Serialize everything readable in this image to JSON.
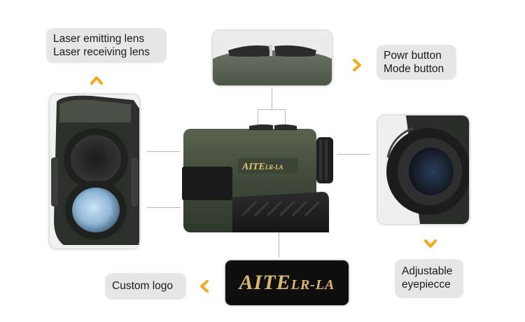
{
  "labels": {
    "lens_line1": "Laser emitting lens",
    "lens_line2": "Laser receiving lens",
    "buttons_line1": "Powr button",
    "buttons_line2": "Mode button",
    "eyepiece_line1": "Adjustable",
    "eyepiece_line2": "eyepiecce",
    "logo_label": "Custom logo"
  },
  "product_logo": {
    "brand": "AITE",
    "model": "LR-LA"
  },
  "colors": {
    "accent_arrow": "#f5a623",
    "device_body": "#3f4a3a",
    "label_bg": "#e6e6e6"
  },
  "icons": [
    "chevron-up-icon",
    "chevron-right-icon",
    "chevron-down-icon",
    "chevron-left-icon"
  ]
}
